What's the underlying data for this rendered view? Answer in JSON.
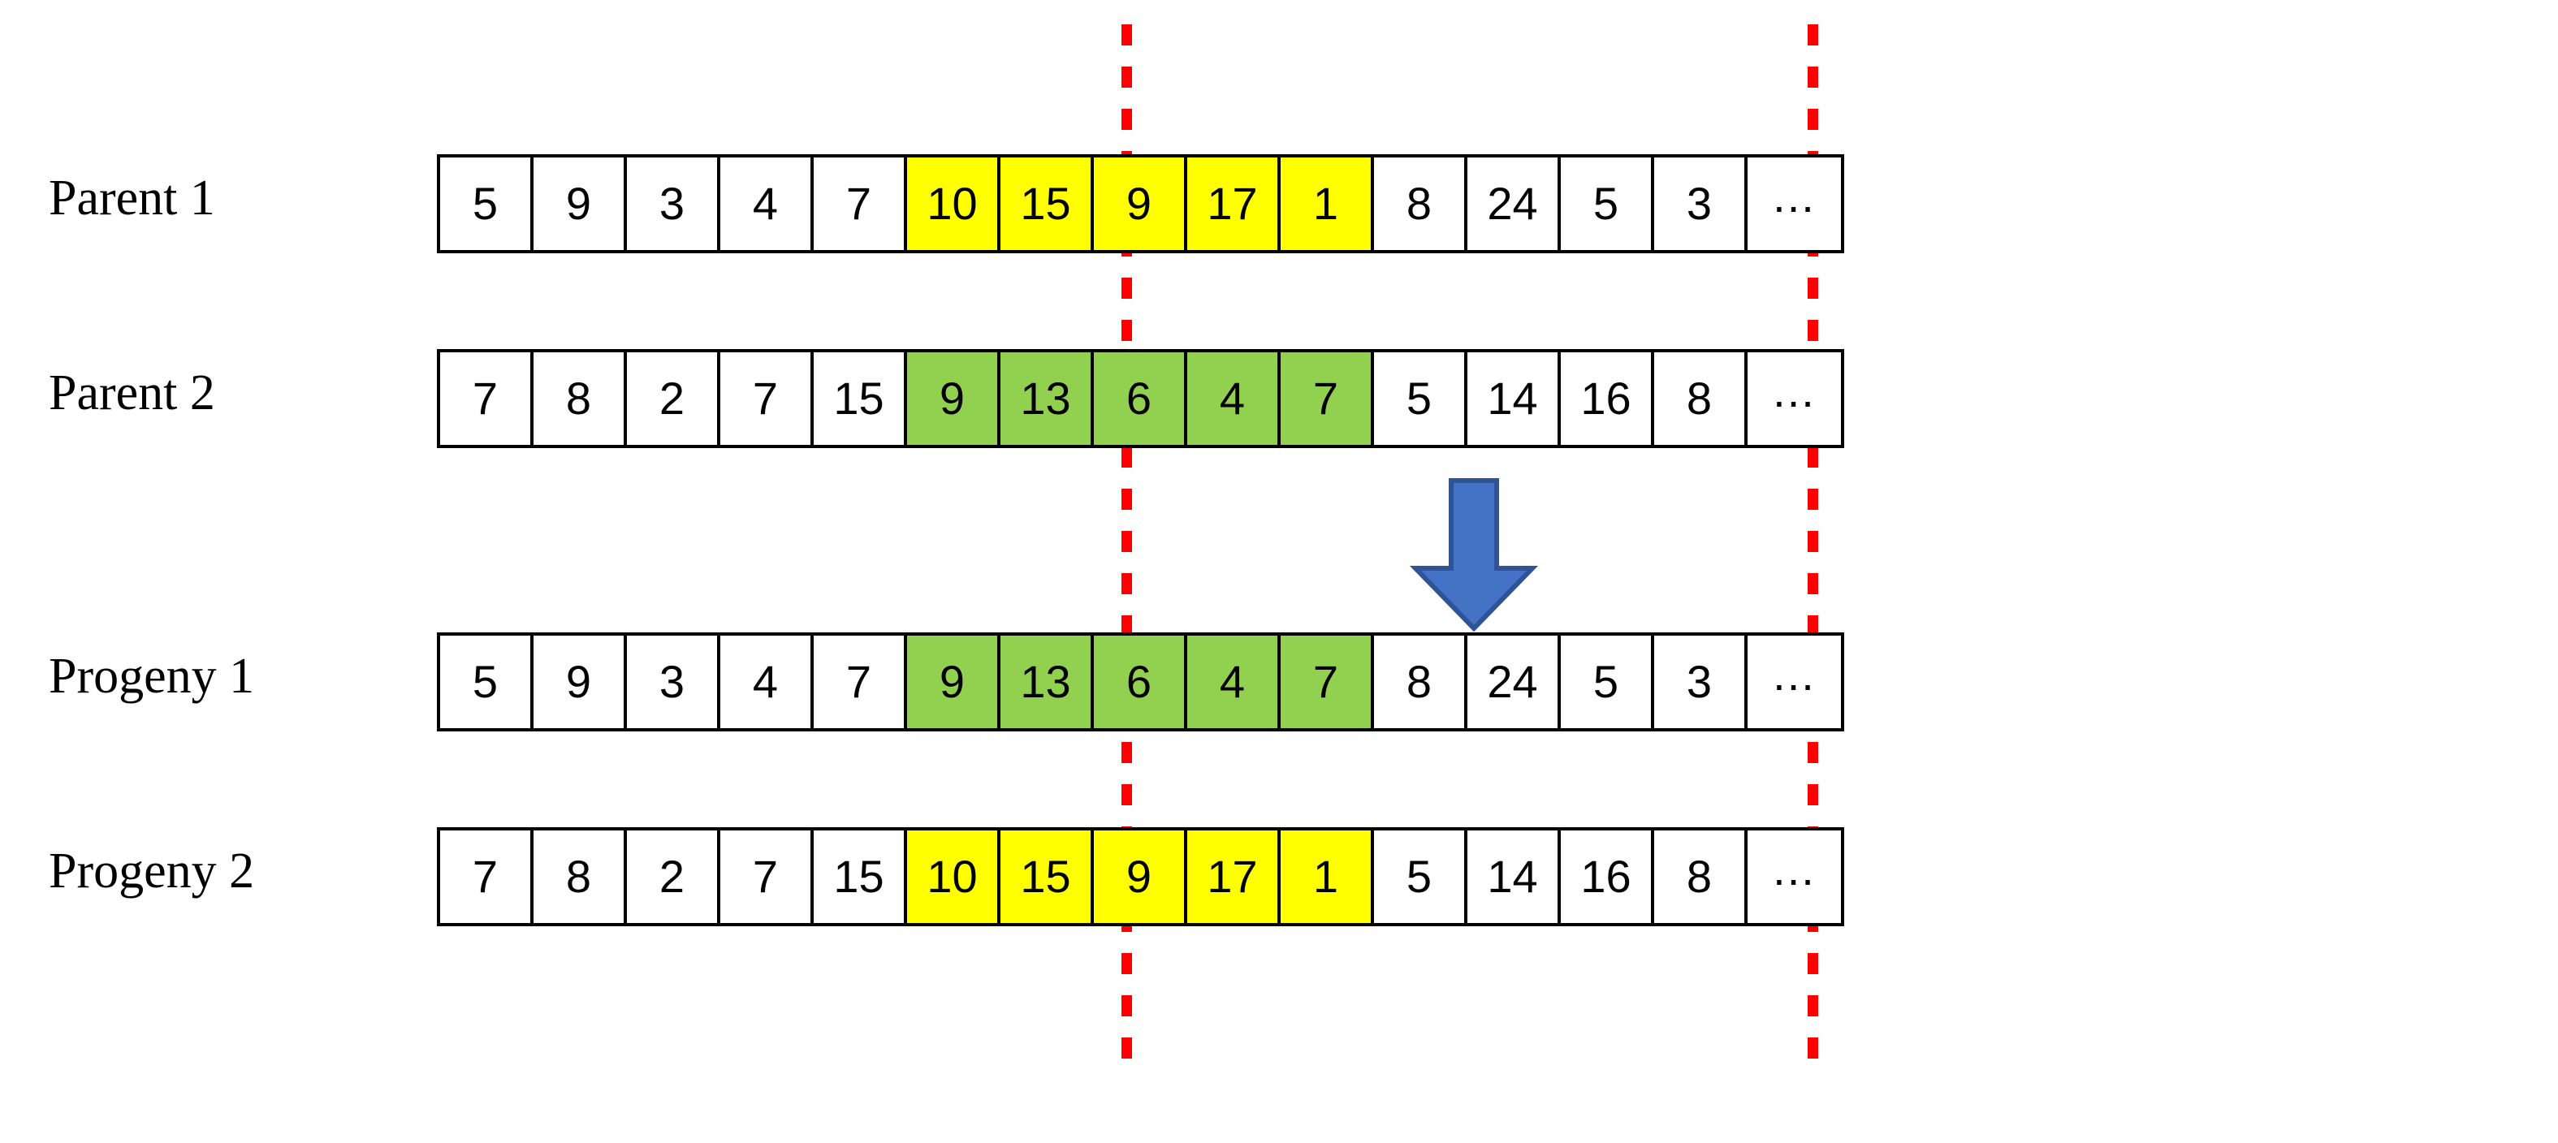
{
  "diagram": {
    "title": "Two-point crossover between two parent chromosomes producing two progeny",
    "colors": {
      "highlight_yellow": "#ffff00",
      "highlight_green": "#92d050",
      "cut_line_red": "#ff0000",
      "arrow_fill_blue": "#4472c4",
      "arrow_stroke_blue": "#2e5496",
      "cell_border_black": "#000000",
      "background_white": "#ffffff"
    },
    "ellipsis_glyph": "...",
    "arrow": {
      "name": "down-arrow",
      "direction": "down"
    },
    "cut_lines": [
      {
        "name": "crossover-point-left",
        "style": "dashed",
        "color": "#ff0000"
      },
      {
        "name": "crossover-point-right",
        "style": "dashed",
        "color": "#ff0000"
      }
    ],
    "rows": [
      {
        "label": "Parent 1",
        "segments": [
          {
            "highlight": "none",
            "values": [
              "5",
              "9",
              "3",
              "4",
              "7"
            ]
          },
          {
            "highlight": "yellow",
            "values": [
              "10",
              "15",
              "9",
              "17",
              "1"
            ]
          },
          {
            "highlight": "none",
            "values": [
              "8",
              "24",
              "5",
              "3",
              "..."
            ]
          }
        ]
      },
      {
        "label": "Parent 2",
        "segments": [
          {
            "highlight": "none",
            "values": [
              "7",
              "8",
              "2",
              "7",
              "15"
            ]
          },
          {
            "highlight": "green",
            "values": [
              "9",
              "13",
              "6",
              "4",
              "7"
            ]
          },
          {
            "highlight": "none",
            "values": [
              "5",
              "14",
              "16",
              "8",
              "..."
            ]
          }
        ]
      },
      {
        "label": "Progeny 1",
        "segments": [
          {
            "highlight": "none",
            "values": [
              "5",
              "9",
              "3",
              "4",
              "7"
            ]
          },
          {
            "highlight": "green",
            "values": [
              "9",
              "13",
              "6",
              "4",
              "7"
            ]
          },
          {
            "highlight": "none",
            "values": [
              "8",
              "24",
              "5",
              "3",
              "..."
            ]
          }
        ]
      },
      {
        "label": "Progeny 2",
        "segments": [
          {
            "highlight": "none",
            "values": [
              "7",
              "8",
              "2",
              "7",
              "15"
            ]
          },
          {
            "highlight": "yellow",
            "values": [
              "10",
              "15",
              "9",
              "17",
              "1"
            ]
          },
          {
            "highlight": "none",
            "values": [
              "5",
              "14",
              "16",
              "8",
              "..."
            ]
          }
        ]
      }
    ]
  }
}
